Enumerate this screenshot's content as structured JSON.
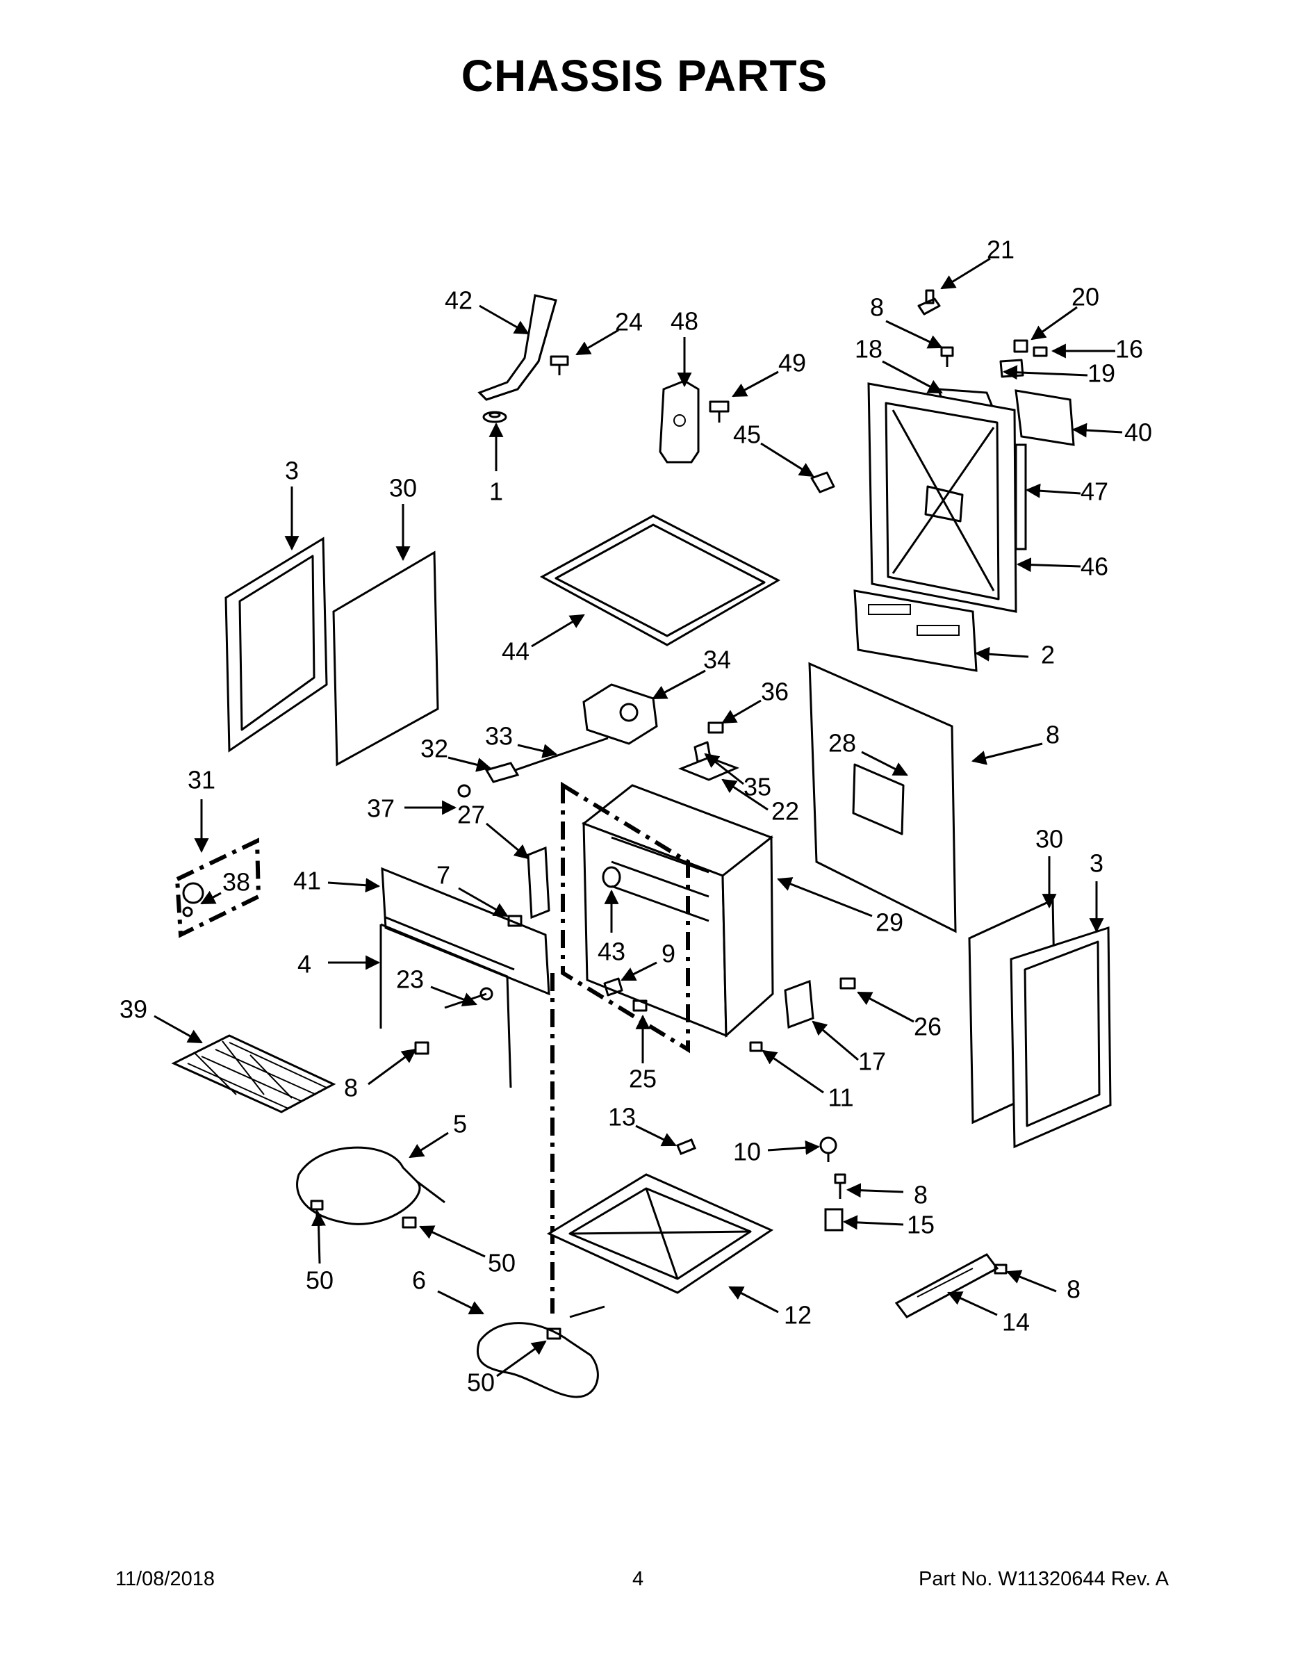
{
  "title": "CHASSIS PARTS",
  "footer": {
    "date": "11/08/2018",
    "page": "4",
    "part_number": "Part No.  W11320644   Rev.  A"
  },
  "callouts": [
    {
      "label": "21"
    },
    {
      "label": "42"
    },
    {
      "label": "24"
    },
    {
      "label": "48"
    },
    {
      "label": "49"
    },
    {
      "label": "8"
    },
    {
      "label": "20"
    },
    {
      "label": "16"
    },
    {
      "label": "18"
    },
    {
      "label": "19"
    },
    {
      "label": "40"
    },
    {
      "label": "45"
    },
    {
      "label": "47"
    },
    {
      "label": "46"
    },
    {
      "label": "1"
    },
    {
      "label": "3"
    },
    {
      "label": "30"
    },
    {
      "label": "44"
    },
    {
      "label": "2"
    },
    {
      "label": "34"
    },
    {
      "label": "36"
    },
    {
      "label": "8"
    },
    {
      "label": "28"
    },
    {
      "label": "33"
    },
    {
      "label": "32"
    },
    {
      "label": "35"
    },
    {
      "label": "31"
    },
    {
      "label": "37"
    },
    {
      "label": "22"
    },
    {
      "label": "27"
    },
    {
      "label": "30"
    },
    {
      "label": "3"
    },
    {
      "label": "38"
    },
    {
      "label": "41"
    },
    {
      "label": "7"
    },
    {
      "label": "29"
    },
    {
      "label": "43"
    },
    {
      "label": "4"
    },
    {
      "label": "9"
    },
    {
      "label": "23"
    },
    {
      "label": "26"
    },
    {
      "label": "39"
    },
    {
      "label": "17"
    },
    {
      "label": "8"
    },
    {
      "label": "25"
    },
    {
      "label": "11"
    },
    {
      "label": "13"
    },
    {
      "label": "5"
    },
    {
      "label": "10"
    },
    {
      "label": "8"
    },
    {
      "label": "15"
    },
    {
      "label": "50"
    },
    {
      "label": "50"
    },
    {
      "label": "6"
    },
    {
      "label": "8"
    },
    {
      "label": "12"
    },
    {
      "label": "14"
    },
    {
      "label": "50"
    }
  ]
}
